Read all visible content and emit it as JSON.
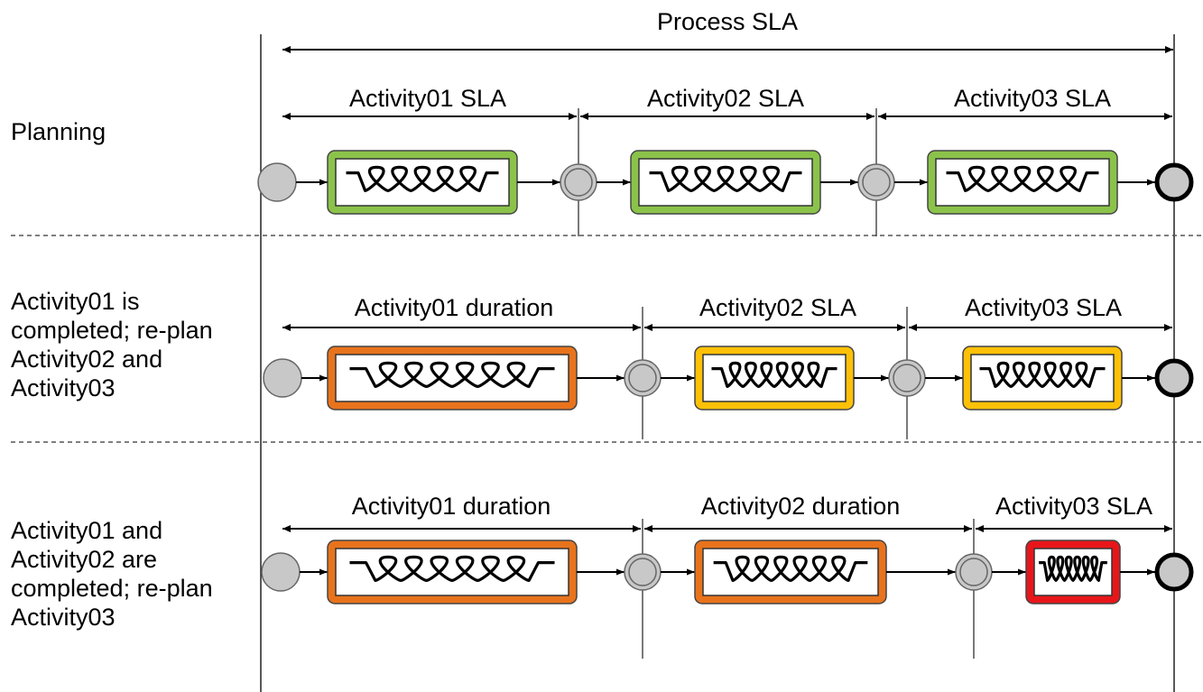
{
  "process_sla_label": "Process SLA",
  "colors": {
    "green": "#8bc34a",
    "yellow": "#ffc107",
    "orange": "#e8731c",
    "red": "#e8161b",
    "event_fill": "#c8c8c8",
    "line": "#000000",
    "separator": "#555555"
  },
  "rows": [
    {
      "label": "Planning",
      "segments": [
        {
          "label": "Activity01 SLA",
          "box_color": "green"
        },
        {
          "label": "Activity02 SLA",
          "box_color": "green"
        },
        {
          "label": "Activity03 SLA",
          "box_color": "green"
        }
      ]
    },
    {
      "label": "Activity01 is\ncompleted; re-plan\nActivity02 and\nActivity03",
      "segments": [
        {
          "label": "Activity01 duration",
          "box_color": "orange"
        },
        {
          "label": "Activity02 SLA",
          "box_color": "yellow"
        },
        {
          "label": "Activity03 SLA",
          "box_color": "yellow"
        }
      ]
    },
    {
      "label": "Activity01 and\nActivity02 are\ncompleted; re-plan\nActivity03",
      "segments": [
        {
          "label": "Activity01 duration",
          "box_color": "orange"
        },
        {
          "label": "Activity02 duration",
          "box_color": "orange"
        },
        {
          "label": "Activity03 SLA",
          "box_color": "red"
        }
      ]
    }
  ],
  "icons": {
    "start": "start-event-icon",
    "intermediate": "intermediate-event-icon",
    "end": "end-event-icon",
    "activity": "loop-activity-icon"
  }
}
